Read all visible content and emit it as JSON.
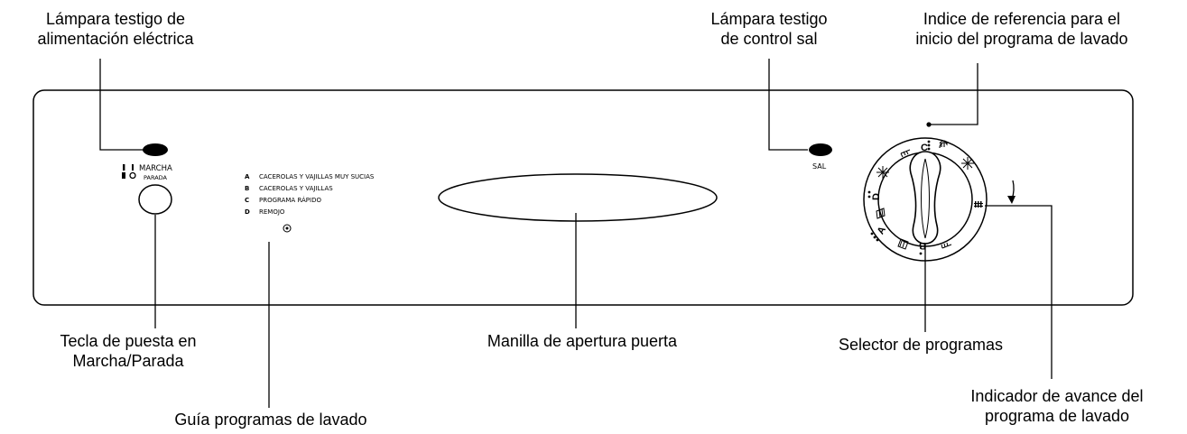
{
  "callouts": {
    "power_lamp": [
      "Lámpara testigo de",
      "alimentación eléctrica"
    ],
    "salt_lamp": [
      "Lámpara testigo",
      "de control sal"
    ],
    "reference_index": [
      "Indice de referencia para el",
      "inicio del programa de lavado"
    ],
    "power_key": [
      "Tecla de puesta en",
      "Marcha/Parada"
    ],
    "program_guide": "Guía programas de lavado",
    "door_handle": "Manilla de apertura puerta",
    "program_selector": "Selector de programas",
    "progress_indicator": [
      "Indicador de avance del",
      "programa de lavado"
    ]
  },
  "panel": {
    "marcha": "MARCHA",
    "parada": "PARADA",
    "sal": "SAL",
    "programs": [
      {
        "letter": "A",
        "text": "CACEROLAS Y VAJILLAS MUY SUCIAS"
      },
      {
        "letter": "B",
        "text": "CACEROLAS Y VAJILLAS"
      },
      {
        "letter": "C",
        "text": "PROGRAMA RÁPIDO"
      },
      {
        "letter": "D",
        "text": "REMOJO"
      }
    ]
  },
  "dial": {
    "letters": [
      "C",
      "D",
      "A",
      "B"
    ],
    "icons": [
      "hand-icon",
      "sun-icon",
      "heat-icon",
      "dryer-icon",
      "fan-icon",
      "spray-icon",
      "rinse-icon"
    ]
  }
}
